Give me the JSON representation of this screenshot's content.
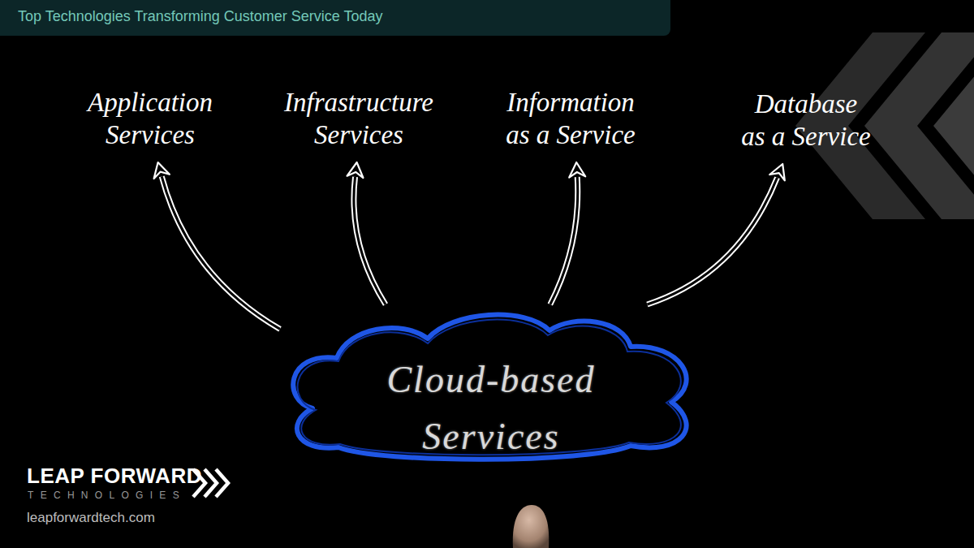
{
  "diagram": {
    "title": "Top Technologies Transforming Customer Service Today",
    "nodes": [
      {
        "text": [
          "Application Services"
        ]
      },
      {
        "text": [
          "Infrastructure Services"
        ]
      },
      {
        "text": [
          "Information as a Service"
        ]
      },
      {
        "text": [
          "Database as a Service"
        ]
      },
      {
        "text": [
          "Cloud-based Services"
        ]
      }
    ],
    "edges": [
      {
        "from": 4,
        "to": 0,
        "arrow": "to"
      },
      {
        "from": 4,
        "to": 1,
        "arrow": "to"
      },
      {
        "from": 4,
        "to": 2,
        "arrow": "to"
      },
      {
        "from": 4,
        "to": 3,
        "arrow": "to"
      }
    ],
    "labels": [
      "LEAP FORWARD",
      "TECHNOLOGIES",
      "leapforwardtech.com"
    ]
  }
}
